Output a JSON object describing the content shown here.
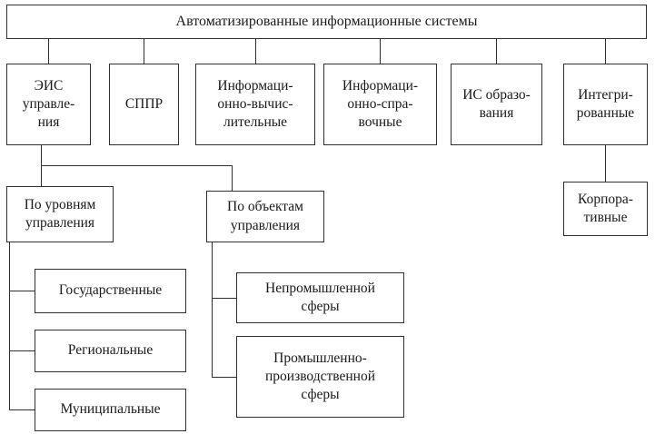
{
  "boxes": {
    "root": {
      "label": "Автоматизированные информационные системы"
    },
    "eis": {
      "label": "ЭИС\nуправле-\nния"
    },
    "sppr": {
      "label": "СППР"
    },
    "ivs": {
      "label": "Информаци-\nонно-вычис-\nлительные"
    },
    "isp": {
      "label": "Информаци-\nонно-спра-\nвочные"
    },
    "iso": {
      "label": "ИС образо-\nвания"
    },
    "integr": {
      "label": "Интегри-\nрованные"
    },
    "korp": {
      "label": "Корпора-\nтивные"
    },
    "urov": {
      "label": "По уровням\nуправления"
    },
    "obj": {
      "label": "По объектам\nуправления"
    },
    "gos": {
      "label": "Государственные"
    },
    "reg": {
      "label": "Региональные"
    },
    "mun": {
      "label": "Муниципальные"
    },
    "neprom": {
      "label": "Непромышленной\nсферы"
    },
    "prom": {
      "label": "Промышленно-\nпроизводственной\nсферы"
    }
  },
  "colors": {
    "border": "#2e2e2e",
    "text": "#1a1a1a",
    "background": "#ffffff"
  }
}
